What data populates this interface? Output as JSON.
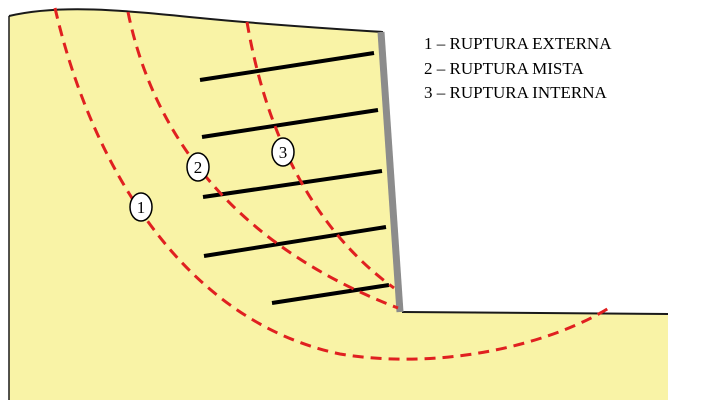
{
  "colors": {
    "soil": "#F9F3A6",
    "ground_line": "#1a1a1a",
    "wall": "#8C8C8C",
    "reinforcement": "#000000",
    "failure_surface": "#E02020"
  },
  "failure_labels": [
    "1",
    "2",
    "3"
  ],
  "legend": [
    {
      "number": "1",
      "text": "1 – RUPTURA EXTERNA"
    },
    {
      "number": "2",
      "text": "2 – RUPTURA MISTA"
    },
    {
      "number": "3",
      "text": "3 – RUPTURA INTERNA"
    }
  ]
}
